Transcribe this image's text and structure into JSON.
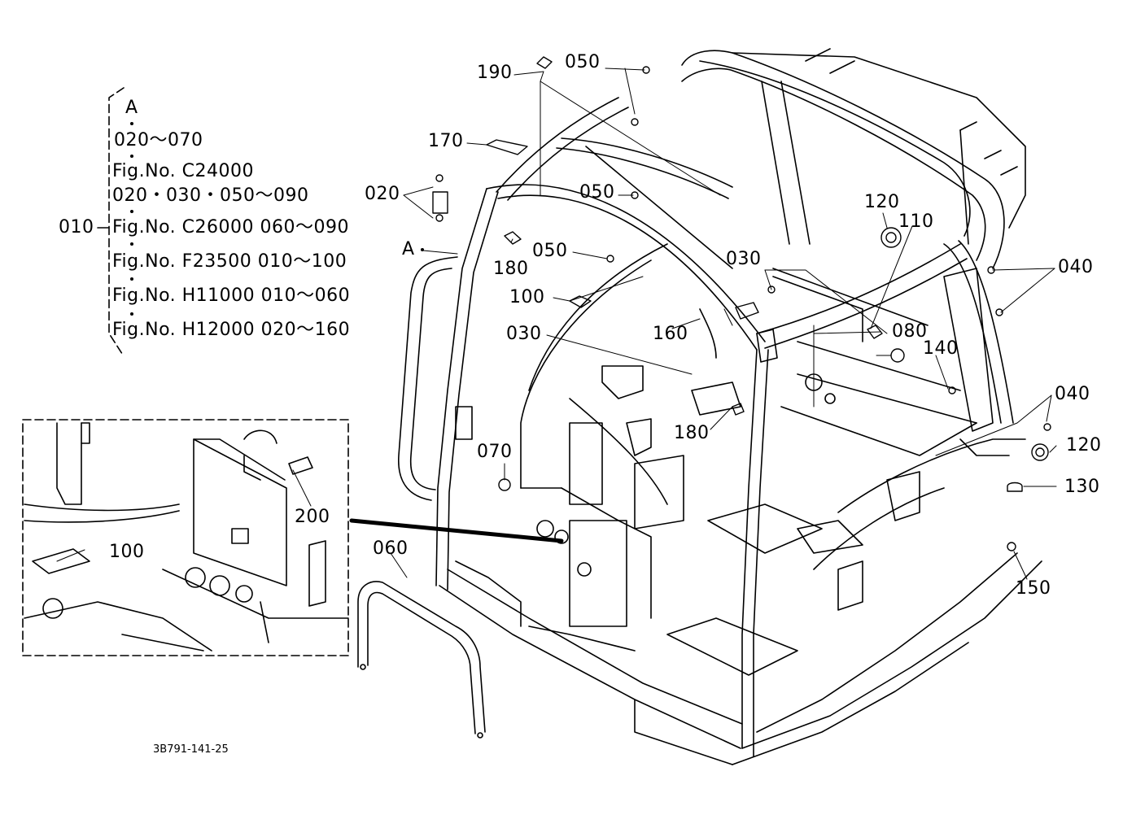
{
  "sheet": {
    "drawing_code": "3B791-141-25"
  },
  "reference_block": {
    "parent_callout": "010",
    "section_marker": "A",
    "lines": [
      "020～070",
      "Fig.No. C24000",
      "020・030・050～090",
      "Fig.No. C26000 060～090",
      "Fig.No. F23500 010～100",
      "Fig.No. H11000 010～060",
      "Fig.No. H12000 020～160"
    ]
  },
  "section_pointer": "A",
  "callouts": [
    {
      "id": "c190",
      "label": "190"
    },
    {
      "id": "c050a",
      "label": "050"
    },
    {
      "id": "c170",
      "label": "170"
    },
    {
      "id": "c020",
      "label": "020"
    },
    {
      "id": "c050b",
      "label": "050"
    },
    {
      "id": "c180a",
      "label": "180"
    },
    {
      "id": "c050c",
      "label": "050"
    },
    {
      "id": "c100a",
      "label": "100"
    },
    {
      "id": "c030a",
      "label": "030"
    },
    {
      "id": "c160",
      "label": "160"
    },
    {
      "id": "c030b",
      "label": "030"
    },
    {
      "id": "c120a",
      "label": "120"
    },
    {
      "id": "c110",
      "label": "110"
    },
    {
      "id": "c040a",
      "label": "040"
    },
    {
      "id": "c080",
      "label": "080"
    },
    {
      "id": "c140",
      "label": "140"
    },
    {
      "id": "c040b",
      "label": "040"
    },
    {
      "id": "c120b",
      "label": "120"
    },
    {
      "id": "c130",
      "label": "130"
    },
    {
      "id": "c150",
      "label": "150"
    },
    {
      "id": "c180b",
      "label": "180"
    },
    {
      "id": "c070",
      "label": "070"
    },
    {
      "id": "c060",
      "label": "060"
    },
    {
      "id": "c200",
      "label": "200"
    },
    {
      "id": "c100b",
      "label": "100"
    }
  ]
}
